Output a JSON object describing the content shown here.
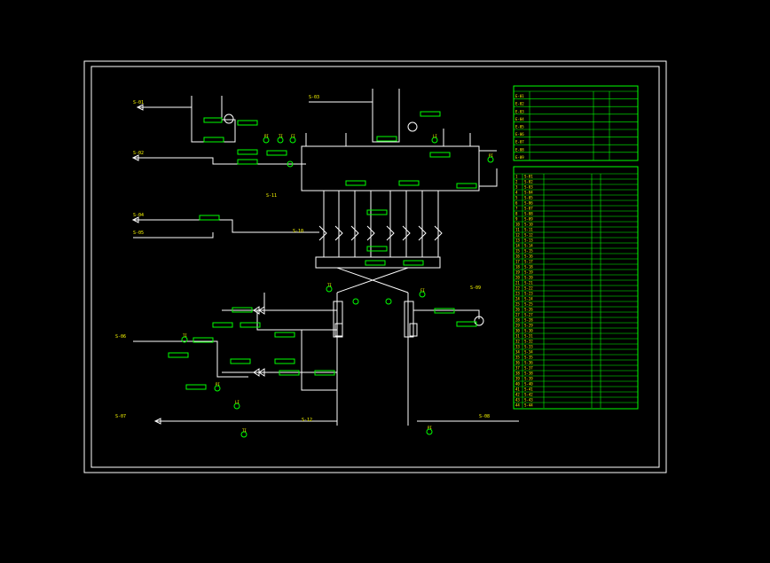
{
  "colors": {
    "background": "#000000",
    "frame": "#ffffff",
    "line": "#ffffff",
    "label": "#ffff00",
    "tag": "#00ff00",
    "table_line": "#00ff00",
    "table_text": "#ffff00"
  },
  "equipment_table": {
    "rows": [
      [
        "E-01",
        "",
        "",
        ""
      ],
      [
        "E-02",
        "",
        "",
        ""
      ],
      [
        "E-03",
        "",
        "",
        ""
      ],
      [
        "E-04",
        "",
        "",
        ""
      ],
      [
        "E-05",
        "",
        "",
        ""
      ],
      [
        "E-06",
        "",
        "",
        ""
      ],
      [
        "E-07",
        "",
        "",
        ""
      ],
      [
        "E-08",
        "",
        "",
        ""
      ],
      [
        "E-09",
        "",
        "",
        ""
      ]
    ]
  },
  "pipeline_table": {
    "rows": [
      [
        "1",
        "S-01",
        "",
        ""
      ],
      [
        "2",
        "S-02",
        "",
        ""
      ],
      [
        "3",
        "S-03",
        "",
        ""
      ],
      [
        "4",
        "S-04",
        "",
        ""
      ],
      [
        "5",
        "S-05",
        "",
        ""
      ],
      [
        "6",
        "S-06",
        "",
        ""
      ],
      [
        "7",
        "S-07",
        "",
        ""
      ],
      [
        "8",
        "S-08",
        "",
        ""
      ],
      [
        "9",
        "S-09",
        "",
        ""
      ],
      [
        "10",
        "S-10",
        "",
        ""
      ],
      [
        "11",
        "S-11",
        "",
        ""
      ],
      [
        "12",
        "S-12",
        "",
        ""
      ],
      [
        "13",
        "S-13",
        "",
        ""
      ],
      [
        "14",
        "S-14",
        "",
        ""
      ],
      [
        "15",
        "S-15",
        "",
        ""
      ],
      [
        "16",
        "S-16",
        "",
        ""
      ],
      [
        "17",
        "S-17",
        "",
        ""
      ],
      [
        "18",
        "S-18",
        "",
        ""
      ],
      [
        "19",
        "S-19",
        "",
        ""
      ],
      [
        "20",
        "S-20",
        "",
        ""
      ],
      [
        "21",
        "S-21",
        "",
        ""
      ],
      [
        "22",
        "S-22",
        "",
        ""
      ],
      [
        "23",
        "S-23",
        "",
        ""
      ],
      [
        "24",
        "S-24",
        "",
        ""
      ],
      [
        "25",
        "S-25",
        "",
        ""
      ],
      [
        "26",
        "S-26",
        "",
        ""
      ],
      [
        "27",
        "S-27",
        "",
        ""
      ],
      [
        "28",
        "S-28",
        "",
        ""
      ],
      [
        "29",
        "S-29",
        "",
        ""
      ],
      [
        "30",
        "S-30",
        "",
        ""
      ],
      [
        "31",
        "S-31",
        "",
        ""
      ],
      [
        "32",
        "S-32",
        "",
        ""
      ],
      [
        "33",
        "S-33",
        "",
        ""
      ],
      [
        "34",
        "S-34",
        "",
        ""
      ],
      [
        "35",
        "S-35",
        "",
        ""
      ],
      [
        "36",
        "S-36",
        "",
        ""
      ],
      [
        "37",
        "S-37",
        "",
        ""
      ],
      [
        "38",
        "S-38",
        "",
        ""
      ],
      [
        "39",
        "S-39",
        "",
        ""
      ],
      [
        "40",
        "S-40",
        "",
        ""
      ],
      [
        "41",
        "S-41",
        "",
        ""
      ],
      [
        "42",
        "S-42",
        "",
        ""
      ],
      [
        "43",
        "S-43",
        "",
        ""
      ],
      [
        "44",
        "S-44",
        "",
        ""
      ]
    ]
  },
  "stream_labels": [
    "S-01",
    "S-02",
    "S-03",
    "S-04",
    "S-05",
    "S-06",
    "S-07",
    "S-08",
    "S-09",
    "S-10",
    "S-11",
    "S-12"
  ],
  "instrument_tags": [
    "PI",
    "TI",
    "FI",
    "LI",
    "PI",
    "TI",
    "FI",
    "TI",
    "PI",
    "LI",
    "TI",
    "PI"
  ]
}
